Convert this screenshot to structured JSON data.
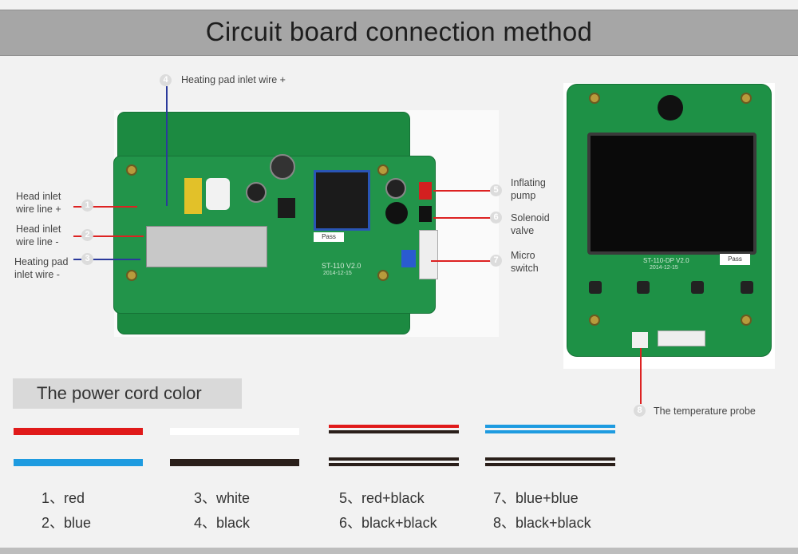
{
  "title": "Circuit board connection method",
  "labels": {
    "l1": "Head inlet\nwire line +",
    "l2": "Head inlet\nwire line -",
    "l3": "Heating pad\ninlet wire -",
    "l4": "Heating pad inlet wire +",
    "l5": "Inflating\npump",
    "l6": "Solenoid\nvalve",
    "l7": "Micro\nswitch",
    "l8": "The temperature probe"
  },
  "numbers": [
    "1",
    "2",
    "3",
    "4",
    "5",
    "6",
    "7",
    "8"
  ],
  "board_marks": {
    "main_model": "ST-110 V2.0",
    "main_date": "2014-12-15",
    "display_model": "ST-110-DP V2.0",
    "display_date": "2014-12-15",
    "pass": "Pass"
  },
  "section_title": "The power cord color",
  "legend": [
    {
      "n": "1",
      "sep": "、",
      "name": "red"
    },
    {
      "n": "2",
      "sep": "、",
      "name": "blue"
    },
    {
      "n": "3",
      "sep": "、",
      "name": "white"
    },
    {
      "n": "4",
      "sep": "、",
      "name": "black"
    },
    {
      "n": "5",
      "sep": "、",
      "name": "red+black"
    },
    {
      "n": "6",
      "sep": "、",
      "name": "black+black"
    },
    {
      "n": "7",
      "sep": "、",
      "name": "blue+blue"
    },
    {
      "n": "8",
      "sep": "、",
      "name": "black+black"
    }
  ],
  "colors": {
    "red": "#e01a1a",
    "blue": "#1e9be0",
    "white": "#ffffff",
    "black": "#2a1f1a",
    "board": "#1f8f45"
  }
}
